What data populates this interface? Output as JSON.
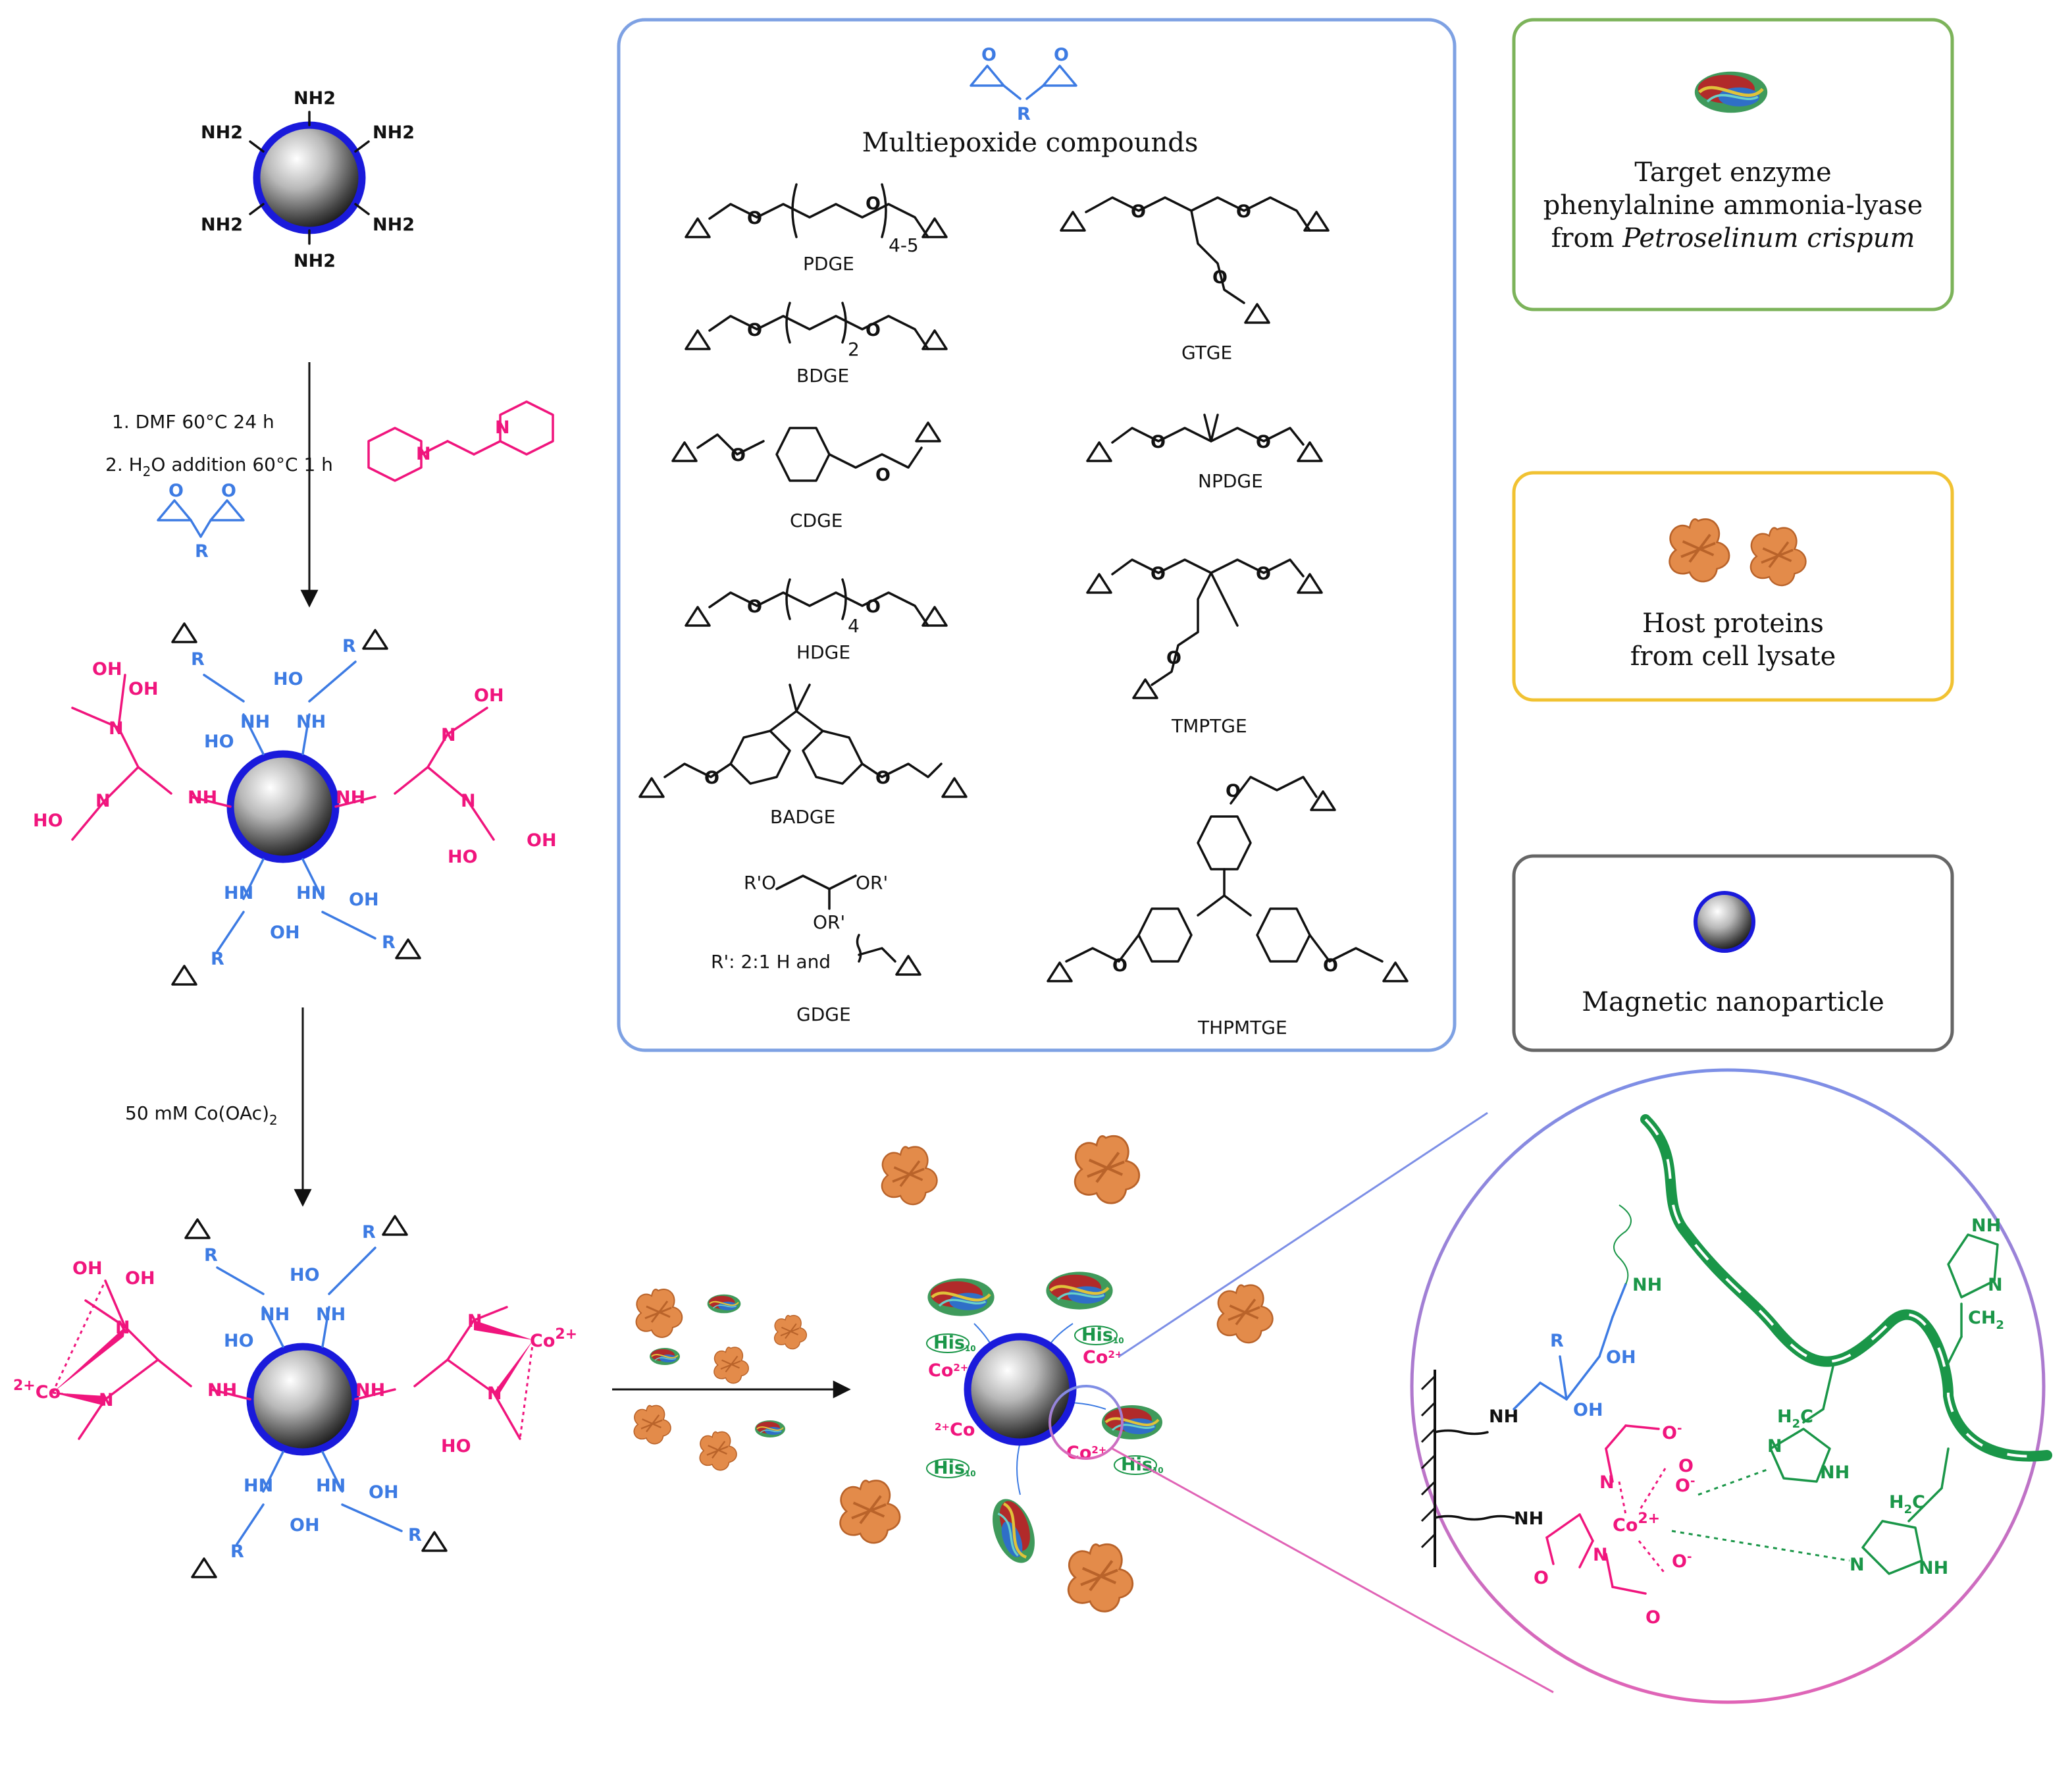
{
  "nanoparticle_top": {
    "amine_label": "NH2"
  },
  "step1": {
    "line1": "1. DMF 60°C 24 h",
    "line2_prefix": "2. H",
    "line2_sub": "2",
    "line2_suffix": "O addition 60°C 1 h"
  },
  "step2": {
    "label_prefix": "50 mM Co(OAc)",
    "label_sub": "2"
  },
  "epoxide_panel": {
    "title": "Multiepoxide compounds",
    "generic_R": "R",
    "compounds": [
      {
        "name": "PDGE",
        "repeat": "4-5"
      },
      {
        "name": "GTGE"
      },
      {
        "name": "BDGE",
        "repeat": "2"
      },
      {
        "name": "CDGE"
      },
      {
        "name": "NPDGE"
      },
      {
        "name": "HDGE",
        "repeat": "4"
      },
      {
        "name": "TMPTGE"
      },
      {
        "name": "BADGE"
      },
      {
        "name": "GDGE",
        "line1": "R'O",
        "line1b": "OR'",
        "line2": "OR'",
        "line3": "R': 2:1  H  and"
      },
      {
        "name": "THPMTGE"
      }
    ]
  },
  "legend": {
    "target": {
      "line1": "Target enzyme",
      "line2": "phenylalnine ammonia-lyase",
      "line3_prefix": "from ",
      "line3_italic": "Petroselinum crispum"
    },
    "host": {
      "line1": "Host proteins",
      "line2": "from cell lysate"
    },
    "magnetic": {
      "line1": "Magnetic nanoparticle"
    }
  },
  "chem_labels": {
    "oh": "OH",
    "ho": "HO",
    "nh": "NH",
    "hn": "HN",
    "n": "N",
    "o": "O",
    "r": "R",
    "co2plus_right": "Co",
    "co2plus_sup": "2+",
    "his": "His",
    "his_sub": "10",
    "ch2": "CH",
    "ch2_sub": "2",
    "h2c": "H",
    "h2c_sub": "2",
    "h2c_c": "C",
    "o_minus": "O",
    "minus": "-"
  },
  "colors": {
    "epoxide_panel_border": "#7ea1e3",
    "target_border": "#7cb35a",
    "host_border": "#f1c232",
    "magnetic_border": "#666666",
    "zoom_circle_top": "#7d8fe6",
    "zoom_circle_bottom": "#e064b6",
    "nanoparticle_ring": "#1a1adb",
    "epoxide_blue": "#3d7be3",
    "dtpa_pink": "#f0157d",
    "histidine_green": "#1a9648",
    "host_protein_orange": "#d97a3a"
  }
}
